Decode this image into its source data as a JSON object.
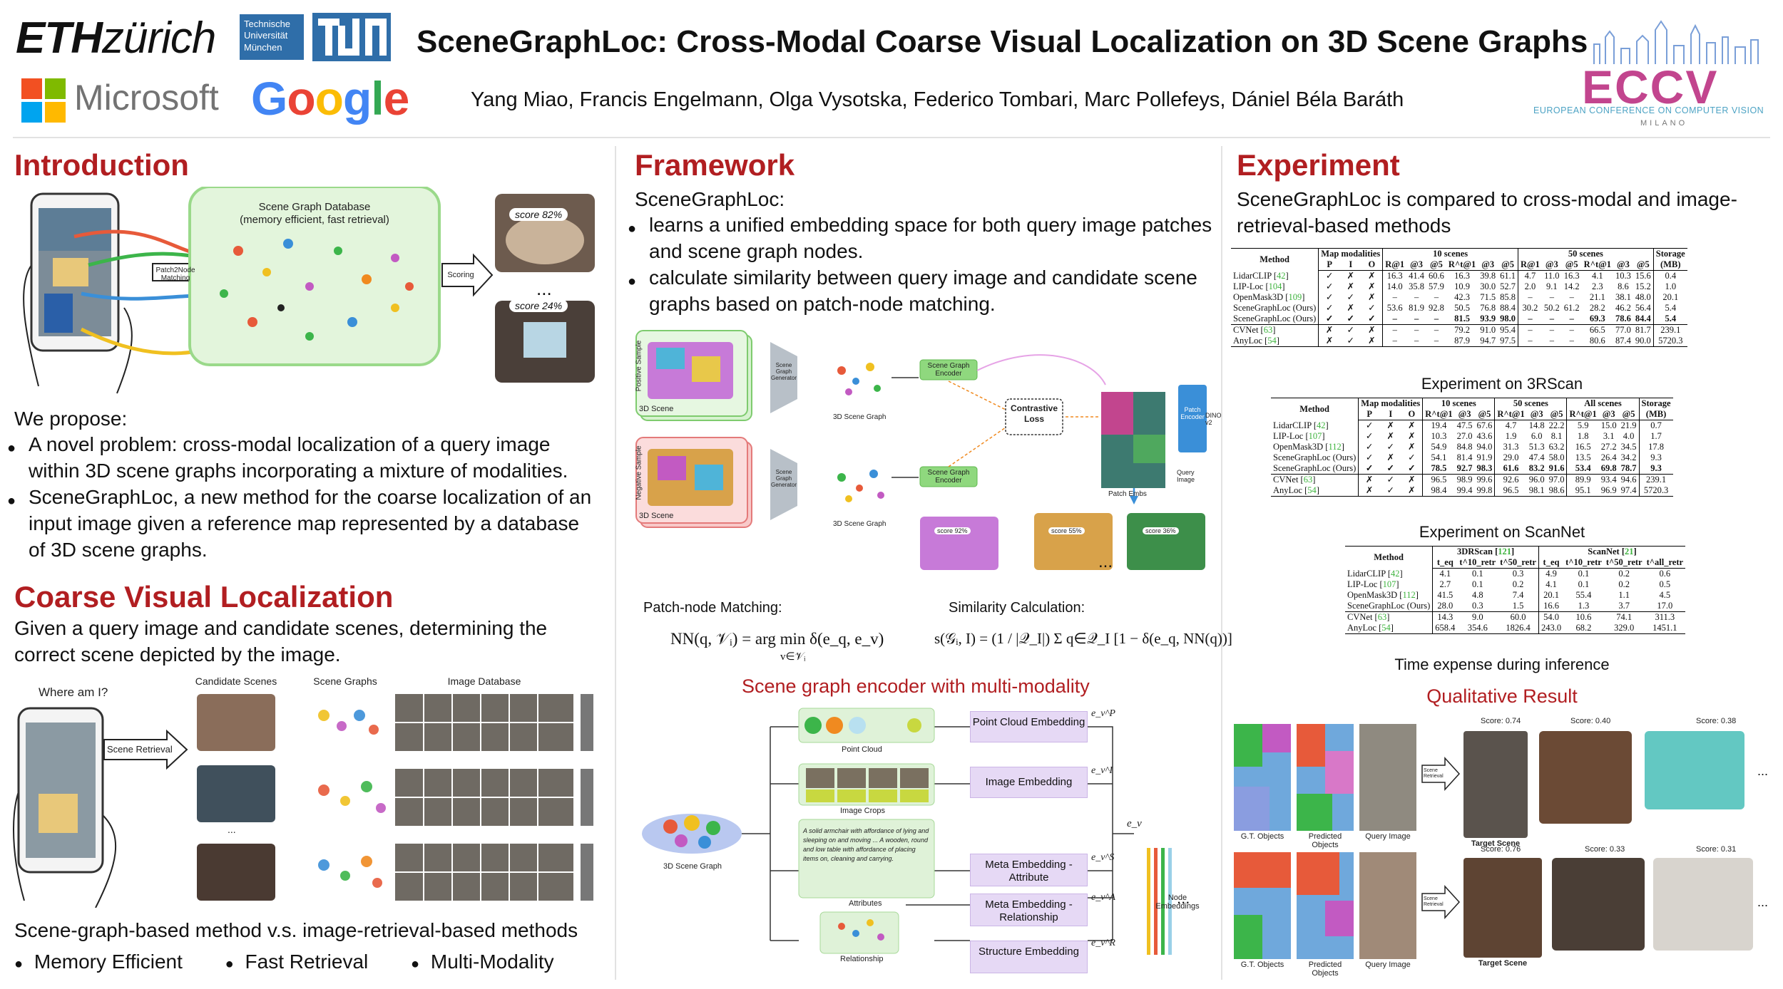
{
  "header": {
    "title": "SceneGraphLoc: Cross-Modal Coarse Visual Localization on 3D Scene Graphs",
    "authors": "Yang Miao,  Francis Engelmann,  Olga Vysotska,  Federico Tombari,  Marc Pollefeys,  Dániel Béla Baráth",
    "logos": {
      "eth_bold": "ETH",
      "eth_rest": "zürich",
      "tum_text": "Technische Universität München",
      "microsoft": "Microsoft",
      "google": "Google",
      "eccv": "ECCV",
      "eccv_sub": "EUROPEAN CONFERENCE ON COMPUTER VISION",
      "eccv_city": "MILANO"
    },
    "colors": {
      "accent_red": "#b11e21",
      "eccv_pink": "#c2458e",
      "google_blue": "#4285f4",
      "google_red": "#ea4335",
      "google_yellow": "#fbbc05",
      "google_green": "#34a853"
    }
  },
  "introduction": {
    "title": "Introduction",
    "figure": {
      "database_title": "Scene Graph Database",
      "database_sub": "(memory efficient, fast retrieval)",
      "matching": "Patch2Node\nMatching",
      "scoring": "Scoring",
      "score1": "score 82%",
      "score2": "score 24%",
      "dots": "..."
    },
    "propose": "We propose:",
    "bullets": [
      "A novel problem: cross-modal localization of a query image within 3D scene graphs incorporating a mixture of modalities.",
      "SceneGraphLoc, a new method for the coarse localization of an input image given a reference map represented by a database of 3D scene graphs."
    ]
  },
  "coarse": {
    "title": "Coarse Visual Localization",
    "text": "Given a query image and candidate scenes, determining the correct scene depicted by the image.",
    "figure": {
      "where": "Where am I?",
      "retrieval": "Scene Retrieval",
      "col1": "Candidate Scenes",
      "col2": "Scene Graphs",
      "col3": "Image Database",
      "dots": "..."
    },
    "compare": "Scene-graph-based method v.s. image-retrieval-based methods",
    "benefits": [
      "Memory Efficient",
      "Fast Retrieval",
      "Multi-Modality"
    ]
  },
  "framework": {
    "title": "Framework",
    "lead": "SceneGraphLoc:",
    "bullets": [
      "learns a unified embedding space for both query image patches and scene graph nodes.",
      "calculate similarity between query image and candidate scene graphs based on patch-node matching."
    ],
    "figure": {
      "positive": "Positive Sample",
      "negative": "Negative Sample",
      "scene3d": "3D Scene",
      "generator": "Scene Graph Generator",
      "graph": "3D Scene Graph",
      "encoder": "Scene Graph Encoder",
      "contrastive": "Contrastive Loss",
      "patch_embs": "Patch Embs",
      "patch_encoder": "Patch Encoder",
      "dino": "DINO v2",
      "query": "Query Image",
      "scores": [
        "score 92%",
        "score 55%",
        "score 36%"
      ],
      "dots": "..."
    },
    "patch_node_label": "Patch-node Matching:",
    "similarity_label": "Similarity Calculation:",
    "formula_nn": "NN(q, 𝒱ᵢ) = arg min δ(e_q, e_v)",
    "formula_nn_sub": "v∈𝒱ᵢ",
    "formula_sim": "s(𝒢ᵢ, I) = (1 / |𝒬_I|) Σ q∈𝒬_I [1 − δ(e_q, NN(q))]",
    "encoder_title": "Scene graph encoder with multi-modality",
    "encoder": {
      "input": "3D Scene Graph",
      "branches": [
        "Point Cloud",
        "Image Crops",
        "Attributes",
        "Relationship"
      ],
      "attr_text": "A solid armchair with affordance of lying and sleeping on and moving ... A wooden, round and low table with affordance of placing items on, cleaning and carrying.",
      "embeddings": [
        "Point Cloud Embedding",
        "Image Embedding",
        "Meta Embedding - Attribute",
        "Meta Embedding - Relationship",
        "Structure Embedding"
      ],
      "symbols": [
        "e_v^P",
        "e_v^I",
        "e_v^S",
        "e_v^A",
        "e_v^R"
      ],
      "ev": "e_v",
      "output": "Node Embeddings",
      "dots": "..."
    }
  },
  "experiment": {
    "title": "Experiment",
    "intro": "SceneGraphLoc is compared to cross-modal and image-retrieval-based methods",
    "table1": {
      "caption": "Experiment on 3RScan",
      "groups": [
        "Method",
        "Map modalities",
        "10 scenes",
        "50 scenes",
        "Storage"
      ],
      "sub": [
        "P",
        "I",
        "O",
        "R@1",
        "@3",
        "@5",
        "R^t@1",
        "@3",
        "@5",
        "R@1",
        "@3",
        "@5",
        "R^t@1",
        "@3",
        "@5",
        "(MB)"
      ],
      "rows": [
        [
          "LidarCLIP",
          "42",
          "✓",
          "✗",
          "✗",
          "16.3",
          "41.4",
          "60.6",
          "16.3",
          "39.8",
          "61.1",
          "4.7",
          "11.0",
          "16.3",
          "4.1",
          "10.3",
          "15.6",
          "0.4"
        ],
        [
          "LIP-Loc",
          "104",
          "✓",
          "✗",
          "✗",
          "14.0",
          "35.8",
          "57.9",
          "10.9",
          "30.0",
          "52.7",
          "2.0",
          "9.1",
          "14.2",
          "2.3",
          "8.6",
          "15.2",
          "1.0"
        ],
        [
          "OpenMask3D",
          "109",
          "✓",
          "✓",
          "✗",
          "–",
          "–",
          "–",
          "42.3",
          "71.5",
          "85.8",
          "–",
          "–",
          "–",
          "21.1",
          "38.1",
          "48.0",
          "20.1"
        ],
        [
          "SceneGraphLoc (Ours)",
          "",
          "✓",
          "✗",
          "✓",
          "53.6",
          "81.9",
          "92.8",
          "50.5",
          "76.8",
          "88.4",
          "30.2",
          "50.2",
          "61.2",
          "28.2",
          "46.2",
          "56.4",
          "5.4"
        ],
        [
          "SceneGraphLoc (Ours)",
          "",
          "✓",
          "✓",
          "✓",
          "–",
          "–",
          "–",
          "81.5",
          "93.9",
          "98.0",
          "–",
          "–",
          "–",
          "69.3",
          "78.6",
          "84.4",
          "5.4"
        ],
        [
          "CVNet",
          "63",
          "✗",
          "✓",
          "✗",
          "–",
          "–",
          "–",
          "79.2",
          "91.0",
          "95.4",
          "–",
          "–",
          "–",
          "66.5",
          "77.0",
          "81.7",
          "239.1"
        ],
        [
          "AnyLoc",
          "54",
          "✗",
          "✓",
          "✗",
          "–",
          "–",
          "–",
          "87.9",
          "94.7",
          "97.5",
          "–",
          "–",
          "–",
          "80.6",
          "87.4",
          "90.0",
          "5720.3"
        ]
      ]
    },
    "table2": {
      "caption": "Experiment on ScanNet",
      "groups": [
        "Method",
        "Map modalities",
        "10 scenes",
        "50 scenes",
        "All scenes",
        "Storage"
      ],
      "sub": [
        "P",
        "I",
        "O",
        "R^t@1",
        "@3",
        "@5",
        "R^t@1",
        "@3",
        "@5",
        "R^t@1",
        "@3",
        "@5",
        "(MB)"
      ],
      "rows": [
        [
          "LidarCLIP",
          "42",
          "✓",
          "✗",
          "✗",
          "19.4",
          "47.5",
          "67.6",
          "4.7",
          "14.8",
          "22.2",
          "5.9",
          "15.0",
          "21.9",
          "0.7"
        ],
        [
          "LIP-Loc",
          "107",
          "✓",
          "✗",
          "✗",
          "10.3",
          "27.0",
          "43.6",
          "1.9",
          "6.0",
          "8.1",
          "1.8",
          "3.1",
          "4.0",
          "1.7"
        ],
        [
          "OpenMask3D",
          "112",
          "✓",
          "✓",
          "✗",
          "54.9",
          "84.8",
          "94.0",
          "31.3",
          "51.3",
          "63.2",
          "16.5",
          "27.2",
          "34.5",
          "17.8"
        ],
        [
          "SceneGraphLoc (Ours)",
          "",
          "✓",
          "✗",
          "✓",
          "54.1",
          "81.4",
          "91.9",
          "29.0",
          "47.4",
          "58.0",
          "13.5",
          "26.4",
          "34.2",
          "9.3"
        ],
        [
          "SceneGraphLoc (Ours)",
          "",
          "✓",
          "✓",
          "✓",
          "78.5",
          "92.7",
          "98.3",
          "61.6",
          "83.2",
          "91.6",
          "53.4",
          "69.8",
          "78.7",
          "9.3"
        ],
        [
          "CVNet",
          "63",
          "✗",
          "✓",
          "✗",
          "96.5",
          "98.9",
          "99.6",
          "92.6",
          "96.0",
          "97.0",
          "89.9",
          "93.4",
          "94.6",
          "239.1"
        ],
        [
          "AnyLoc",
          "54",
          "✗",
          "✓",
          "✗",
          "98.4",
          "99.4",
          "99.8",
          "96.5",
          "98.1",
          "98.6",
          "95.1",
          "96.9",
          "97.4",
          "5720.3"
        ]
      ]
    },
    "table3": {
      "caption": "Time expense during inference",
      "groups": [
        "Method",
        "3DRScan",
        "ScanNet"
      ],
      "sub": [
        "t_eq",
        "t^10_retr",
        "t^50_retr",
        "t_eq",
        "t^10_retr",
        "t^50_retr",
        "t^all_retr"
      ],
      "cites": [
        "121",
        "21"
      ],
      "rows": [
        [
          "LidarCLIP",
          "42",
          "4.1",
          "0.1",
          "0.3",
          "4.9",
          "0.1",
          "0.2",
          "0.6"
        ],
        [
          "LIP-Loc",
          "107",
          "2.7",
          "0.1",
          "0.2",
          "4.1",
          "0.1",
          "0.2",
          "0.5"
        ],
        [
          "OpenMask3D",
          "112",
          "41.5",
          "4.8",
          "7.4",
          "20.1",
          "55.4",
          "1.1",
          "4.5"
        ],
        [
          "SceneGraphLoc (Ours)",
          "",
          "28.0",
          "0.3",
          "1.5",
          "16.6",
          "1.3",
          "3.7",
          "17.0"
        ],
        [
          "CVNet",
          "63",
          "14.3",
          "9.0",
          "60.0",
          "54.0",
          "10.6",
          "74.1",
          "311.3"
        ],
        [
          "AnyLoc",
          "54",
          "658.4",
          "354.6",
          "1826.4",
          "243.0",
          "68.2",
          "329.0",
          "1451.1"
        ]
      ]
    },
    "qualitative": {
      "title": "Qualitative Result",
      "row1_scores": [
        "Score: 0.74",
        "Score: 0.40",
        "Score: 0.38"
      ],
      "row2_scores": [
        "Score: 0.76",
        "Score: 0.33",
        "Score: 0.31"
      ],
      "labels": [
        "G.T. Objects",
        "Predicted Objects",
        "Query Image",
        "Target Scene",
        "Scene Retrieval"
      ],
      "dots": "..."
    }
  }
}
